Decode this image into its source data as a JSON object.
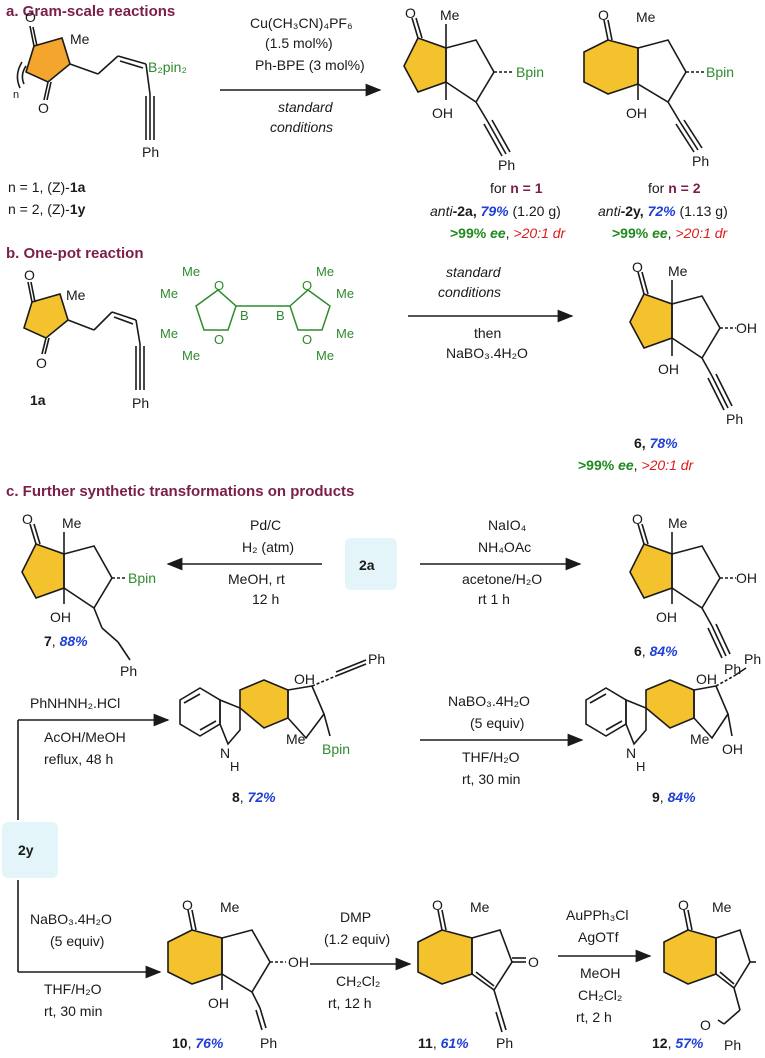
{
  "sections": {
    "a": "a. Gram-scale reactions",
    "b": "b. One-pot reaction",
    "c": "c. Further synthetic transformations on products"
  },
  "atoms": {
    "me": "Me",
    "ph": "Ph",
    "oh": "OH",
    "o": "O",
    "bpin": "Bpin",
    "b": "B",
    "nh": "N",
    "h": "H",
    "n_sub": "n"
  },
  "a": {
    "b2pin2": "B₂pin₂",
    "cond1": "Cu(CH₃CN)₄PF₆",
    "cond2": "(1.5 mol%)",
    "cond3": "Ph-BPE (3 mol%)",
    "cond4": "standard",
    "cond5": "conditions",
    "sm1_a": "n = 1, (Z)-",
    "sm1_b": "1a",
    "sm2_a": "n = 2, (Z)-",
    "sm2_b": "1y",
    "for": "for",
    "n1": "n = 1",
    "n2": "n = 2",
    "p1_anti": "anti",
    "p1_name": "-2a,",
    "p1_yield": "79%",
    "p1_mass": "(1.20 g)",
    "p2_name": "-2y,",
    "p2_yield": "72%",
    "p2_mass": "(1.13 g)",
    "ee": ">99%",
    "ee_word": "ee",
    "dr": ">20:1 dr"
  },
  "b": {
    "sm": "1a",
    "cond1": "standard",
    "cond2": "conditions",
    "cond3": "then",
    "cond4": "NaBO₃.4H₂O",
    "prod": "6,",
    "yield": "78%"
  },
  "c": {
    "center": "2a",
    "left1": "Pd/C",
    "left2": "H₂ (atm)",
    "left3": "MeOH, rt",
    "left4": "12 h",
    "right1": "NaIO₄",
    "right2": "NH₄OAc",
    "right3": "acetone/H₂O",
    "right4": "rt  1 h",
    "p7": "7",
    "p7y": "88%",
    "p6": "6",
    "p6y": "84%",
    "branch": "2y",
    "r8_1": "PhNHNH₂.HCl",
    "r8_2": "AcOH/MeOH",
    "r8_3": "reflux, 48 h",
    "p8": "8",
    "p8y": "72%",
    "r9_1": "NaBO₃.4H₂O",
    "r9_2": "(5 equiv)",
    "r9_3": "THF/H₂O",
    "r9_4": "rt, 30 min",
    "p9": "9",
    "p9y": "84%",
    "r10_1": "NaBO₃.4H₂O",
    "r10_2": "(5 equiv)",
    "r10_3": "THF/H₂O",
    "r10_4": "rt, 30 min",
    "p10": "10",
    "p10y": "76%",
    "r11_1": "DMP",
    "r11_2": "(1.2 equiv)",
    "r11_3": "CH₂Cl₂",
    "r11_4": "rt, 12 h",
    "p11": "11",
    "p11y": "61%",
    "r12_1": "AuPPh₃Cl",
    "r12_2": "AgOTf",
    "r12_3": "MeOH",
    "r12_4": "CH₂Cl₂",
    "r12_5": "rt, 2 h",
    "p12": "12",
    "p12y": "57%"
  },
  "colors": {
    "section": "#7a1e4a",
    "yield": "#1f3fd6",
    "ee": "#1e8a1e",
    "dr": "#e0191b",
    "ring": "#f3c22d",
    "reagent": "#2e8b2e",
    "box": "#e3f5f8"
  }
}
